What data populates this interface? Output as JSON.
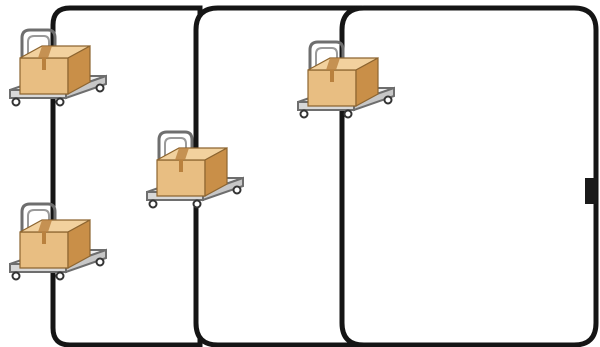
{
  "scene": {
    "description_visible_text": "",
    "colors": {
      "background": "#ffffff",
      "outline": "#151515",
      "door": "#1a1a1a",
      "cart_frame": "#6e6e6e",
      "cart_deck": "#efefef",
      "box_front": "#e8be82",
      "box_top": "#f2d19e",
      "box_side": "#c98f48",
      "box_tape": "#b9813e"
    },
    "rooms": [
      {
        "name": "room-left"
      },
      {
        "name": "room-middle"
      },
      {
        "name": "room-right"
      }
    ],
    "carts": [
      {
        "name": "cart-1"
      },
      {
        "name": "cart-2"
      },
      {
        "name": "cart-3"
      },
      {
        "name": "cart-4"
      }
    ],
    "door_icon": "door-icon"
  }
}
